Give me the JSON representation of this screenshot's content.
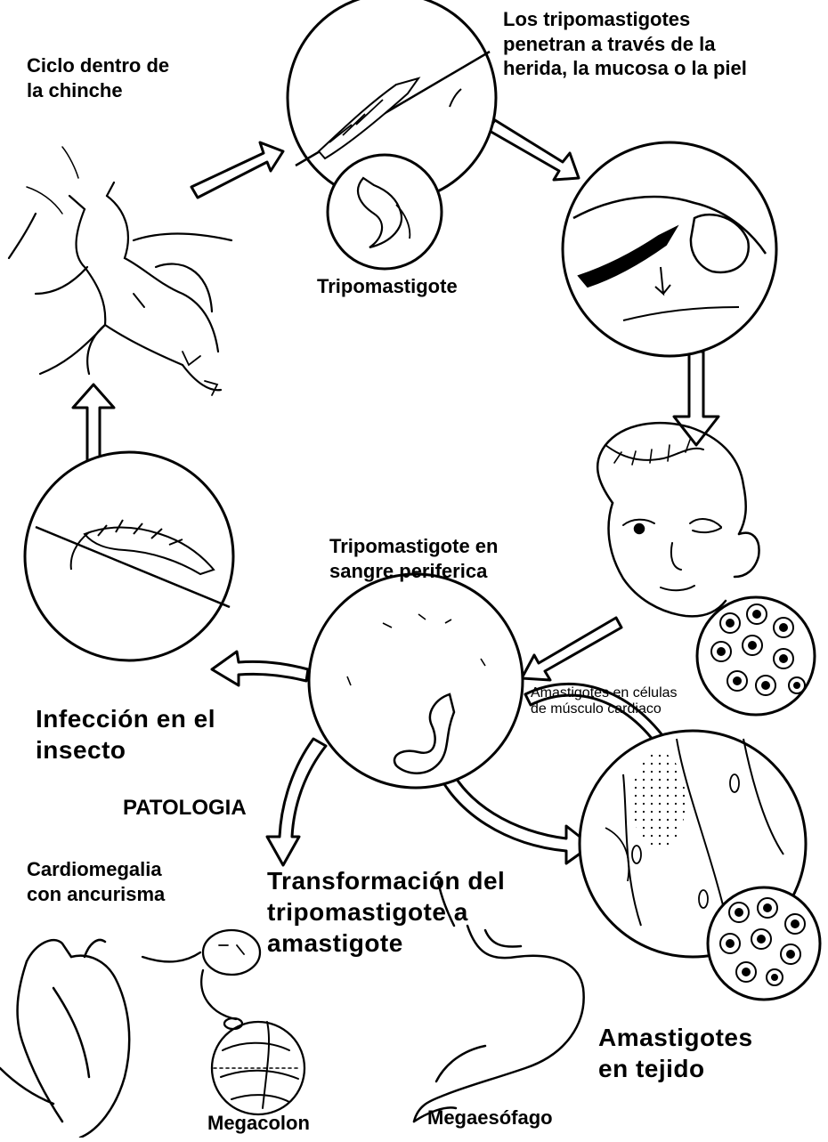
{
  "labels": {
    "ciclo_chinche": "Ciclo dentro de\nla chinche",
    "penetran": "Los tripomastigotes\npenetran a través de la\nherida, la mucosa o la piel",
    "tripomastigote": "Tripomastigote",
    "tripo_sangre": "Tripomastigote en\nsangre periferica",
    "infeccion_insecto": "Infección en el\ninsecto",
    "amastigotes_celulas": "Amastigotes en células\nde músculo cardiaco",
    "patologia": "PATOLOGIA",
    "cardiomegalia": "Cardiomegalia\ncon ancurisma",
    "transformacion": "Transformación del\ntripomastigote a\namastigote",
    "amastigotes_tejido": "Amastigotes\nen tejido",
    "megacolon": "Megacolon",
    "megaesofago": "Megaesófago"
  },
  "colors": {
    "ink": "#000000",
    "paper": "#ffffff"
  }
}
